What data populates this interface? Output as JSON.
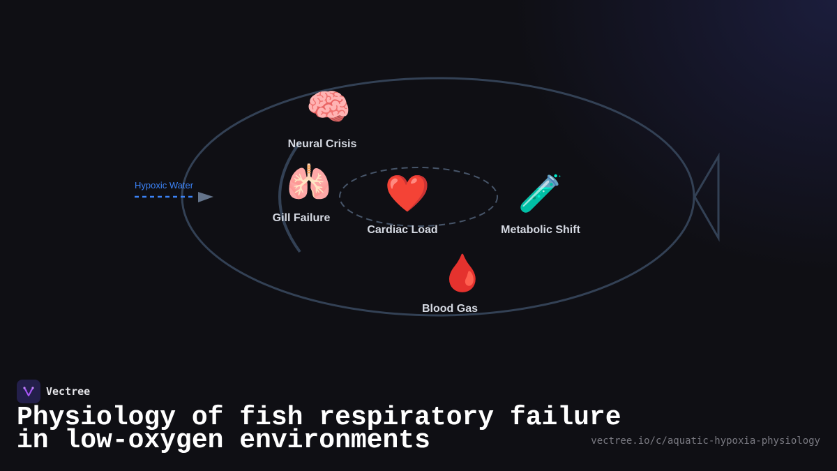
{
  "diagram": {
    "input": {
      "label": "Hypoxic Water",
      "color": "#3b82f6"
    },
    "nodes": [
      {
        "id": "neural",
        "icon": "brain-icon",
        "emoji": "🧠",
        "label": "Neural Crisis"
      },
      {
        "id": "gill",
        "icon": "lungs-icon",
        "emoji": "🫁",
        "label": "Gill Failure"
      },
      {
        "id": "cardiac",
        "icon": "heart-icon",
        "emoji": "❤️",
        "label": "Cardiac Load"
      },
      {
        "id": "metabolic",
        "icon": "test-tube-icon",
        "emoji": "🧪",
        "label": "Metabolic Shift"
      },
      {
        "id": "blood",
        "icon": "blood-drop-icon",
        "emoji": "🩸",
        "label": "Blood Gas"
      }
    ],
    "outline_color": "#334155"
  },
  "brand": {
    "name": "Vectree",
    "logo_color": "#231f4a",
    "accent": "#a855f7"
  },
  "title": {
    "line1": "Physiology of fish respiratory failure",
    "line2": "in low-oxygen environments"
  },
  "url": "vectree.io/c/aquatic-hypoxia-physiology"
}
